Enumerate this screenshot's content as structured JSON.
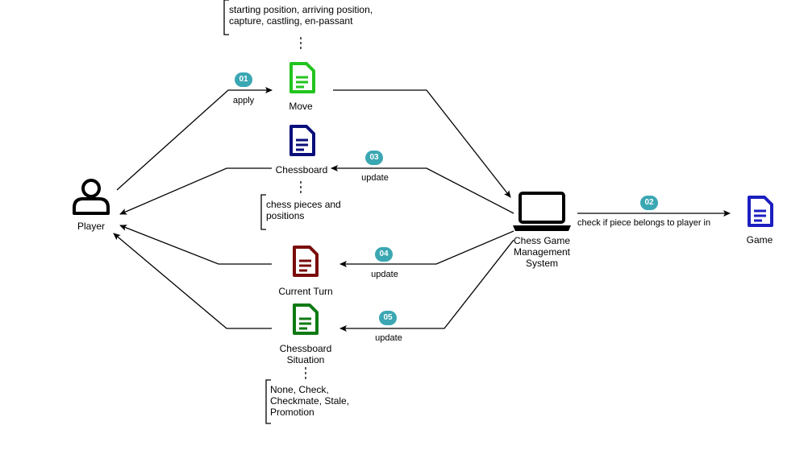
{
  "actors": {
    "player": {
      "label": "Player"
    },
    "system": {
      "label_lines": [
        "Chess Game",
        "Management",
        "System"
      ]
    },
    "game": {
      "label": "Game"
    }
  },
  "documents": {
    "move": {
      "label": "Move",
      "color": "#22c41e"
    },
    "chessboard": {
      "label": "Chessboard",
      "color": "#0b0f7a"
    },
    "current_turn": {
      "label": "Current Turn",
      "color": "#7a0c0c"
    },
    "situation": {
      "label_lines": [
        "Chessboard",
        "Situation"
      ],
      "color": "#0f7a14"
    },
    "game": {
      "color": "#1b1fbf"
    }
  },
  "notes": {
    "move": [
      "starting position, arriving position,",
      "capture, castling, en-passant"
    ],
    "chessboard": [
      "chess pieces and",
      "positions"
    ],
    "situation": [
      "None, Check,",
      "Checkmate, Stale,",
      "Promotion"
    ]
  },
  "steps": [
    {
      "number": "01",
      "label": "apply"
    },
    {
      "number": "02",
      "label": "check if piece belongs to player in"
    },
    {
      "number": "03",
      "label": "update"
    },
    {
      "number": "04",
      "label": "update"
    },
    {
      "number": "05",
      "label": "update"
    }
  ],
  "colors": {
    "badge": "#3aa7b3",
    "line": "#000000"
  }
}
